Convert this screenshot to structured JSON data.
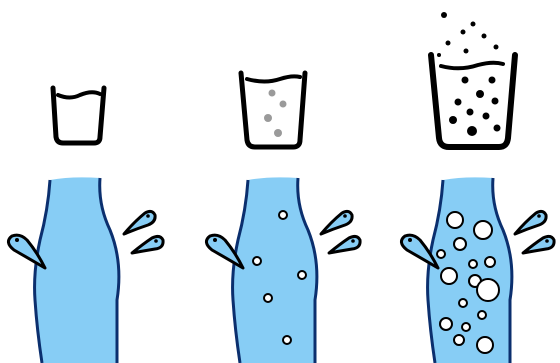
{
  "colors": {
    "water": "#87CDF5",
    "outline": "#000000",
    "stream_edge": "#0b2f6e",
    "highlight": "#ffffff",
    "sediment": "#9a9a9a",
    "background": "#ffffff"
  },
  "panels": [
    {
      "name": "stage-1",
      "glass_size": "small",
      "glass_particles": "none",
      "vessel_bubbles": "none"
    },
    {
      "name": "stage-2",
      "glass_size": "medium",
      "glass_particles": "grey",
      "vessel_bubbles": "few"
    },
    {
      "name": "stage-3",
      "glass_size": "large",
      "glass_particles": "black",
      "vessel_bubbles": "many"
    }
  ]
}
